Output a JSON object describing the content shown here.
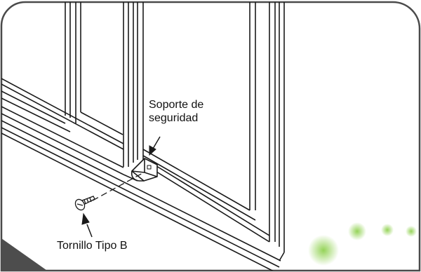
{
  "labels": {
    "bracket_line1": "Soporte de",
    "bracket_line2": "seguridad",
    "screw": "Tornillo Tipo B"
  },
  "colors": {
    "frame_border": "#4a4a4a",
    "line": "#1a1a1a",
    "corner_gray": "#4d4d4d",
    "dot_green": "#8fd14f"
  }
}
